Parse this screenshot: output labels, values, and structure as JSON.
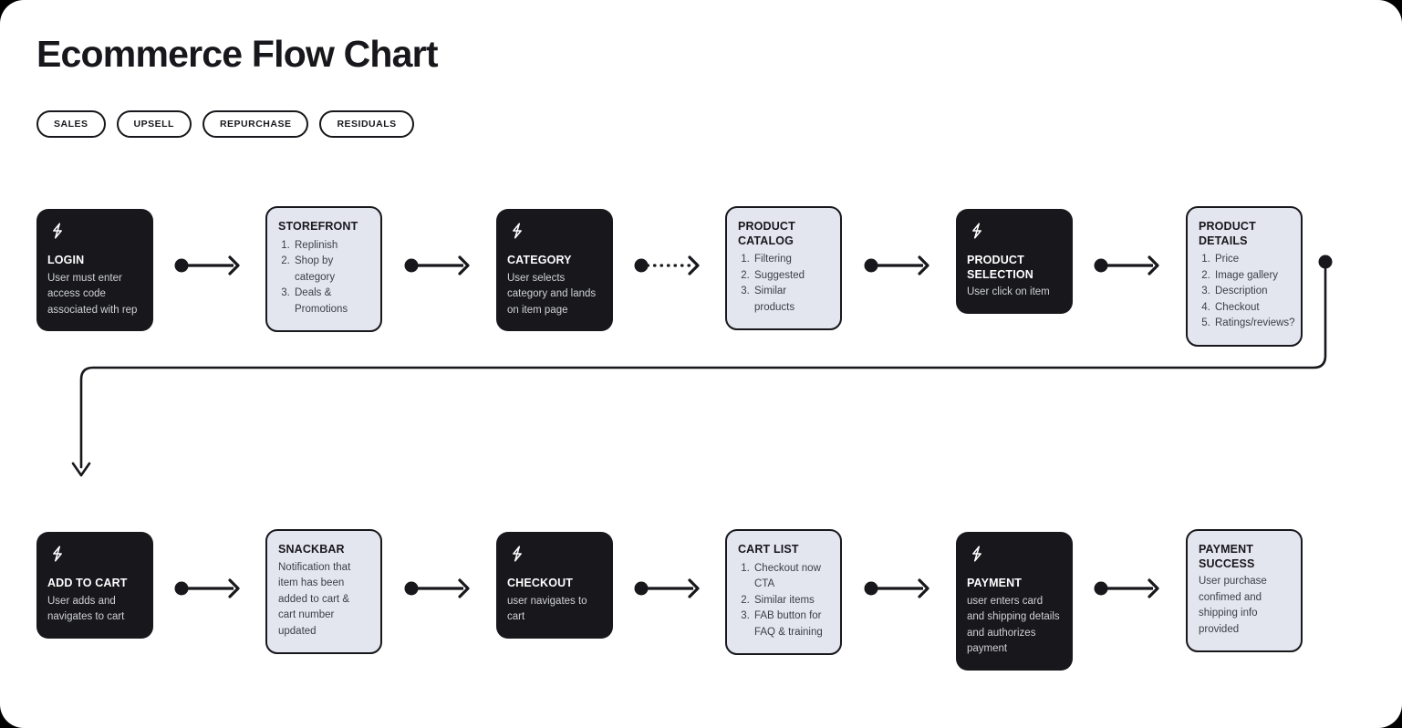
{
  "header": {
    "title": "Ecommerce Flow Chart",
    "pills": [
      {
        "label": "SALES"
      },
      {
        "label": "UPSELL"
      },
      {
        "label": "REPURCHASE"
      },
      {
        "label": "RESIDUALS"
      }
    ]
  },
  "colors": {
    "dark_card": "#17171c",
    "light_card": "#e4e6ef",
    "canvas": "#ffffff",
    "page": "#000000",
    "stroke": "#17171c"
  },
  "icons": {
    "bolt": "lightning-bolt-icon"
  },
  "flow": {
    "row1": [
      {
        "id": "login",
        "style": "dark",
        "icon": "lightning-bolt-icon",
        "title": "LOGIN",
        "desc": "User must enter access code associated with rep",
        "items": []
      },
      {
        "id": "storefront",
        "style": "light",
        "icon": null,
        "title": "STOREFRONT",
        "desc": "",
        "items": [
          "Replinish",
          "Shop by category",
          "Deals & Promotions"
        ]
      },
      {
        "id": "category",
        "style": "dark",
        "icon": "lightning-bolt-icon",
        "title": "CATEGORY",
        "desc": "User selects category and lands on item page",
        "items": []
      },
      {
        "id": "product-catalog",
        "style": "light",
        "icon": null,
        "title": "PRODUCT CATALOG",
        "desc": "",
        "items": [
          "Filtering",
          "Suggested",
          "Similar products"
        ]
      },
      {
        "id": "product-selection",
        "style": "dark",
        "icon": "lightning-bolt-icon",
        "title": "PRODUCT SELECTION",
        "desc": "User click on item",
        "items": []
      },
      {
        "id": "product-details",
        "style": "light",
        "icon": null,
        "title": "PRODUCT DETAILS",
        "desc": "",
        "items": [
          "Price",
          "Image gallery",
          "Description",
          "Checkout",
          "Ratings/reviews?"
        ]
      }
    ],
    "row2": [
      {
        "id": "add-to-cart",
        "style": "dark",
        "icon": "lightning-bolt-icon",
        "title": "ADD TO CART",
        "desc": "User adds and navigates to cart",
        "items": []
      },
      {
        "id": "snackbar",
        "style": "light",
        "icon": null,
        "title": "SNACKBAR",
        "desc": "Notification that item has been added to cart & cart number updated",
        "items": []
      },
      {
        "id": "checkout",
        "style": "dark",
        "icon": "lightning-bolt-icon",
        "title": "CHECKOUT",
        "desc": "user navigates to cart",
        "items": []
      },
      {
        "id": "cart-list",
        "style": "light",
        "icon": null,
        "title": "CART LIST",
        "desc": "",
        "items": [
          "Checkout now CTA",
          "Similar items",
          "FAB button for FAQ & training"
        ]
      },
      {
        "id": "payment",
        "style": "dark",
        "icon": "lightning-bolt-icon",
        "title": "PAYMENT",
        "desc": "user enters card and shipping details and authorizes payment",
        "items": []
      },
      {
        "id": "payment-success",
        "style": "light",
        "icon": null,
        "title": "PAYMENT SUCCESS",
        "desc": "User purchase confimed and shipping info provided",
        "items": []
      }
    ],
    "connectors": [
      {
        "id": "login-to-storefront",
        "style": "solid"
      },
      {
        "id": "storefront-to-category",
        "style": "solid"
      },
      {
        "id": "category-to-product-catalog",
        "style": "dotted"
      },
      {
        "id": "product-catalog-to-product-selection",
        "style": "solid"
      },
      {
        "id": "product-selection-to-product-details",
        "style": "solid"
      },
      {
        "id": "product-details-wrap-to-add-to-cart",
        "style": "solid-elbow"
      },
      {
        "id": "add-to-cart-to-snackbar",
        "style": "solid"
      },
      {
        "id": "snackbar-to-checkout",
        "style": "solid"
      },
      {
        "id": "checkout-to-cart-list",
        "style": "solid"
      },
      {
        "id": "cart-list-to-payment",
        "style": "solid"
      },
      {
        "id": "payment-to-payment-success",
        "style": "solid"
      }
    ]
  }
}
